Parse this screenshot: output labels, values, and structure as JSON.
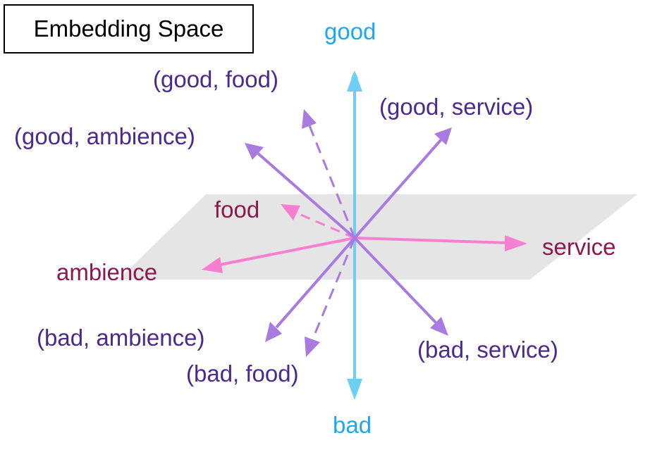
{
  "title": "Embedding Space",
  "colors": {
    "sentiment": "#6ecff6",
    "aspect": "#f77fd2",
    "pair": "#a97be0",
    "plane": "#e5e5e5",
    "sentiment_text": "#1ea7f0",
    "aspect_text": "#8a1a4e",
    "pair_text": "#4a2a8c"
  },
  "labels": {
    "good": "good",
    "bad": "bad",
    "food": "food",
    "service": "service",
    "ambience": "ambience",
    "good_food": "(good, food)",
    "good_service": "(good, service)",
    "good_ambience": "(good, ambience)",
    "bad_ambience": "(bad, ambience)",
    "bad_food": "(bad, food)",
    "bad_service": "(bad, service)"
  }
}
